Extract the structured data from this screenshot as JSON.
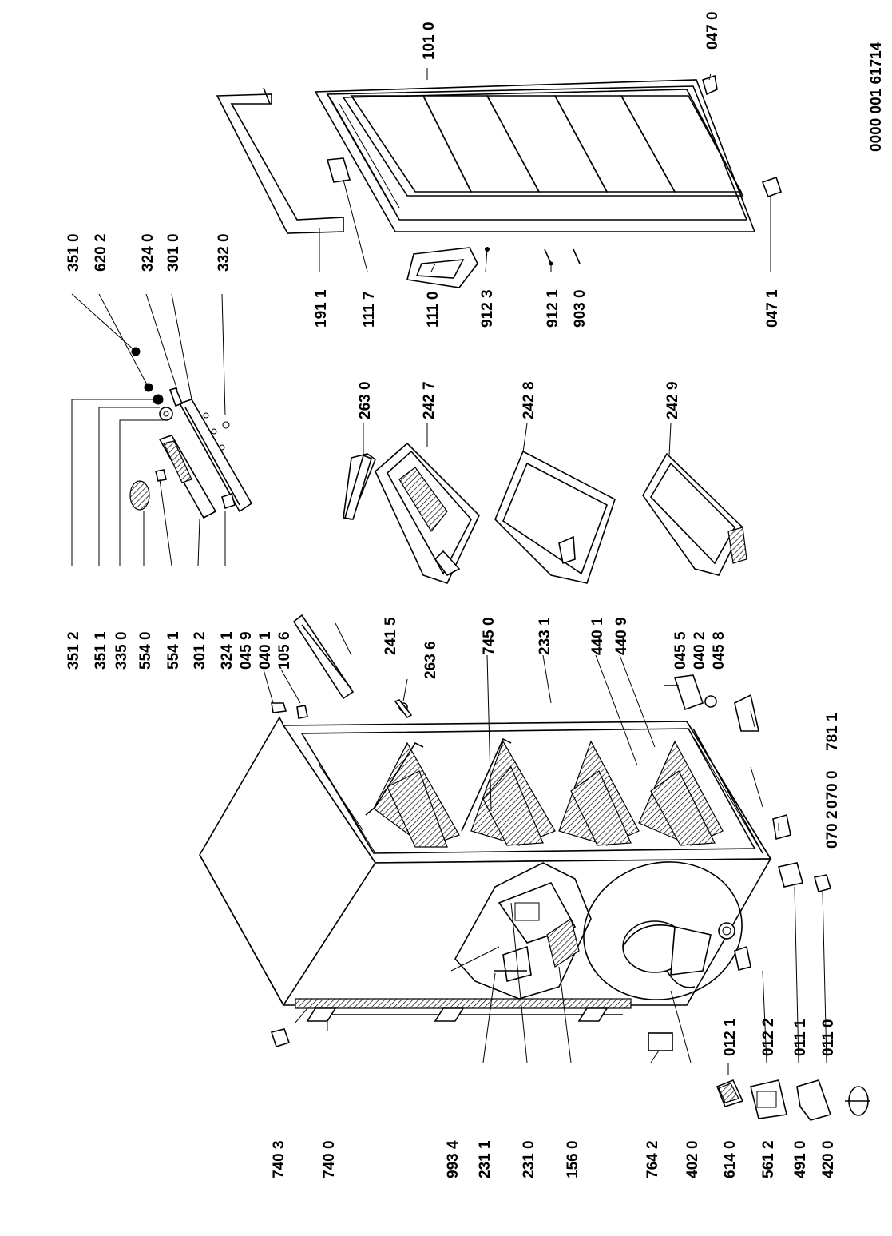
{
  "document": {
    "number": "0000 001 61714"
  },
  "labels": {
    "l_351_0": "351 0",
    "l_620_2": "620 2",
    "l_324_0": "324 0",
    "l_301_0": "301 0",
    "l_332_0": "332 0",
    "l_191_1": "191 1",
    "l_111_7": "111 7",
    "l_111_0": "111 0",
    "l_912_3": "912 3",
    "l_912_1": "912 1",
    "l_903_0": "903 0",
    "l_047_1": "047 1",
    "l_101_0": "101 0",
    "l_047_0": "047 0",
    "l_263_0": "263 0",
    "l_242_7": "242 7",
    "l_242_8": "242 8",
    "l_242_9": "242 9",
    "l_351_2": "351 2",
    "l_351_1": "351 1",
    "l_335_0": "335 0",
    "l_554_0": "554 0",
    "l_554_1": "554 1",
    "l_301_2": "301 2",
    "l_324_1": "324 1",
    "l_045_9": "045 9",
    "l_040_1": "040 1",
    "l_105_6": "105 6",
    "l_241_5": "241 5",
    "l_263_6": "263 6",
    "l_745_0": "745 0",
    "l_233_1": "233 1",
    "l_440_1": "440 1",
    "l_440_9": "440 9",
    "l_045_5": "045 5",
    "l_040_2": "040 2",
    "l_045_8": "045 8",
    "l_781_1": "781 1",
    "l_070_0": "070 0",
    "l_070_2": "070 2",
    "l_012_1": "012 1",
    "l_012_2": "012 2",
    "l_011_1": "011 1",
    "l_011_0": "011 0",
    "l_740_3": "740 3",
    "l_740_0": "740 0",
    "l_993_4": "993 4",
    "l_231_1": "231 1",
    "l_231_0": "231 0",
    "l_156_0": "156 0",
    "l_764_2": "764 2",
    "l_402_0": "402 0",
    "l_614_0": "614 0",
    "l_561_2": "561 2",
    "l_491_0": "491 0",
    "l_420_0": "420 0"
  }
}
